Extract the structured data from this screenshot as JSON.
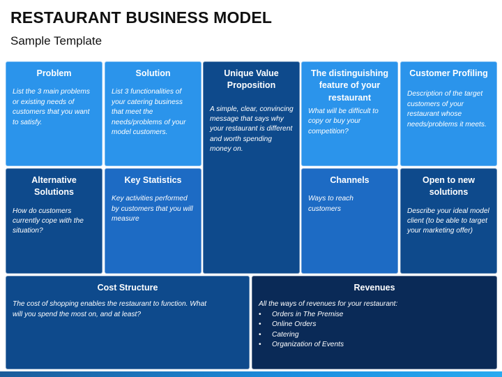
{
  "header": {
    "title": "RESTAURANT BUSINESS MODEL",
    "subtitle": "Sample Template"
  },
  "colors": {
    "light_blue": "#2b94eb",
    "medium_blue": "#1d6bc4",
    "dark_blue": "#0e4a8c",
    "navy": "#0a2a57"
  },
  "cells": {
    "problem": {
      "title": "Problem",
      "body": "List the 3 main problems or existing needs of customers that you want to satisfy."
    },
    "solution": {
      "title": "Solution",
      "body": "List 3 functionalities of your catering business that meet the needs/problems of your model customers."
    },
    "uvp": {
      "title": "Unique Value Proposition",
      "body": "A simple, clear, convincing message that says why your restaurant is different and worth spending money on."
    },
    "distinguishing": {
      "title": "The distinguishing feature of your restaurant",
      "body": "What will be difficult to copy or buy your competition?"
    },
    "customer_profiling": {
      "title": "Customer Profiling",
      "body": "Description of the target customers of your restaurant whose needs/problems it meets."
    },
    "alternative_solutions": {
      "title": "Alternative Solutions",
      "body": "How do customers currently cope with the situation?"
    },
    "key_statistics": {
      "title": "Key Statistics",
      "body": "Key activities performed by customers that you will measure"
    },
    "channels": {
      "title": "Channels",
      "body": "Ways to reach customers"
    },
    "open_solutions": {
      "title": "Open to new solutions",
      "body": "Describe your ideal model client (to be able to target your marketing offer)"
    },
    "cost_structure": {
      "title": "Cost Structure",
      "body": "The cost of shopping enables the restaurant to function. What will you spend the most on, and at least?"
    },
    "revenues": {
      "title": "Revenues",
      "intro": "All the ways of revenues for your restaurant:",
      "items": [
        "Orders in The Premise",
        "Online Orders",
        "Catering",
        "Organization of Events"
      ]
    }
  }
}
